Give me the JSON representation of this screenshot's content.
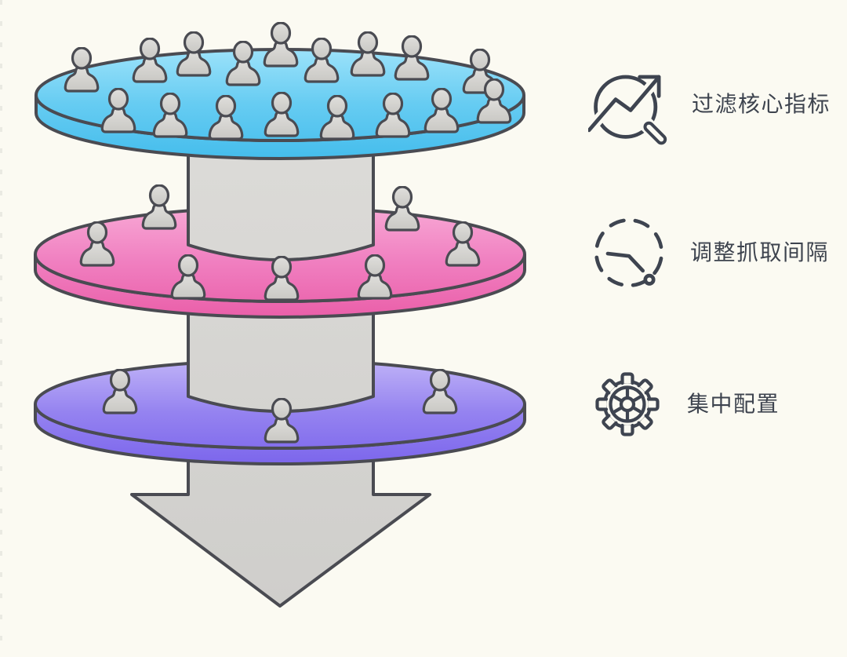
{
  "page": {
    "background": "#fbfaf2",
    "outline_color": "#4a4b52",
    "icon_stroke": "#3e4450",
    "label_color": "#3d434e",
    "gray_light": "#dcdbd8",
    "gray_deep": "#cfcecb"
  },
  "funnel": {
    "layers": [
      {
        "id": "top",
        "name": "top-disc",
        "color_light": "#9ce2fa",
        "color_mid": "#66ccf2",
        "color_deep": "#45bdec",
        "people_back": [
          [
            104,
            60
          ],
          [
            191,
            48
          ],
          [
            247,
            40
          ],
          [
            310,
            52
          ],
          [
            358,
            28
          ],
          [
            410,
            48
          ],
          [
            469,
            40
          ],
          [
            525,
            45
          ],
          [
            612,
            62
          ]
        ],
        "people_front": [
          [
            151,
            112
          ],
          [
            217,
            118
          ],
          [
            288,
            121
          ],
          [
            359,
            117
          ],
          [
            430,
            121
          ],
          [
            501,
            118
          ],
          [
            563,
            112
          ],
          [
            630,
            100
          ]
        ]
      },
      {
        "id": "middle",
        "name": "middle-disc",
        "color_light": "#f8a8d5",
        "color_mid": "#f07fc0",
        "color_deep": "#ea5fa9",
        "people_back": [
          [
            203,
            235
          ],
          [
            124,
            282
          ],
          [
            513,
            237
          ],
          [
            590,
            282
          ]
        ],
        "people_front": [
          [
            240,
            324
          ],
          [
            359,
            326
          ],
          [
            478,
            324
          ]
        ]
      },
      {
        "id": "bottom",
        "name": "bottom-disc",
        "color_light": "#bfb2f7",
        "color_mid": "#9583f0",
        "color_deep": "#7c66ec",
        "people_back": [
          [
            153,
            470
          ],
          [
            561,
            470
          ]
        ],
        "people_front": [
          [
            359,
            507
          ]
        ]
      }
    ]
  },
  "legend": {
    "items": [
      {
        "icon": "trend-magnifier-icon",
        "label": "过滤核心指标"
      },
      {
        "icon": "dashed-timer-icon",
        "label": "调整抓取间隔"
      },
      {
        "icon": "gear-wheel-icon",
        "label": "集中配置"
      }
    ]
  }
}
